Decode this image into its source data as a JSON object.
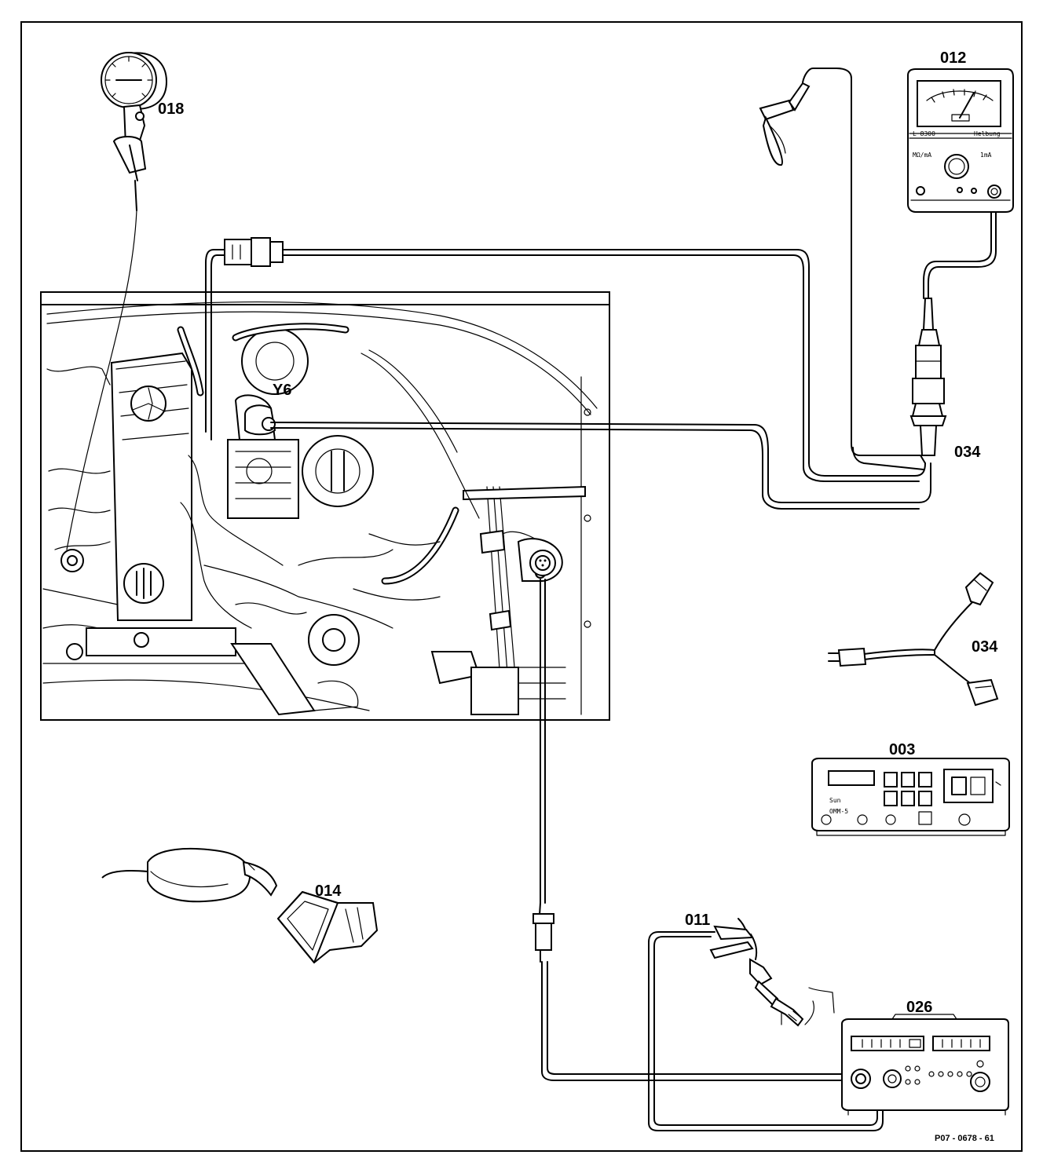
{
  "labels": {
    "gauge": "018",
    "multimeter": "012",
    "y_cable_top": "034",
    "y_cable_side": "034",
    "valve": "Y6",
    "tester_sun": "003",
    "funnel": "014",
    "clamp_probe": "011",
    "dwell_tester": "026"
  },
  "device_text": {
    "sun_brand": "Sun",
    "sun_model": "OMM-5"
  },
  "figure_ref": "P07 - 0678 - 61",
  "colors": {
    "ink": "#000000",
    "paper": "#ffffff"
  }
}
